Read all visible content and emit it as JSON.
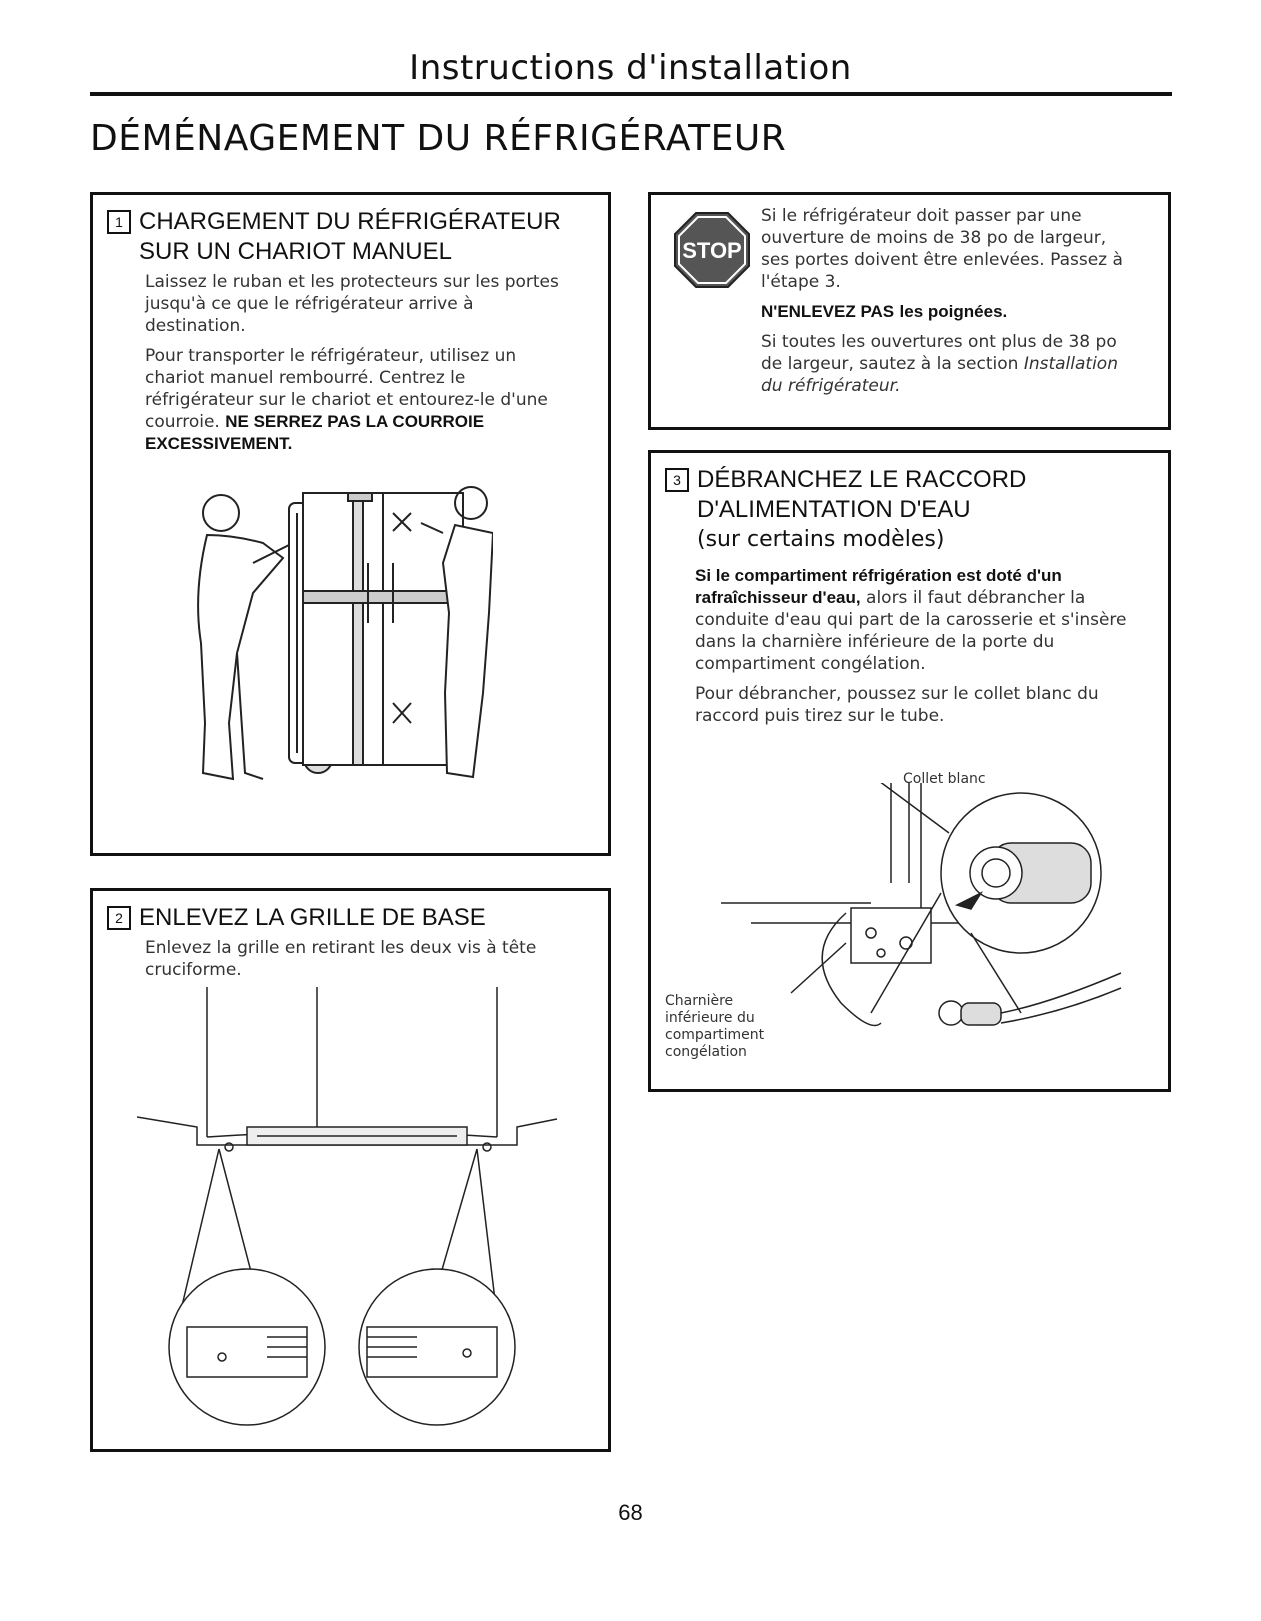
{
  "header": {
    "title": "Instructions d'installation"
  },
  "page_heading": "DÉMÉNAGEMENT DU RÉFRIGÉRATEUR",
  "section1": {
    "number": "1",
    "title_line1": "CHARGEMENT DU RÉFRIGÉRATEUR",
    "title_line2": "SUR UN CHARIOT MANUEL",
    "paragraph1": "Laissez le ruban et les protecteurs sur les portes jusqu'à ce que le réfrigérateur arrive à destination.",
    "paragraph2_text": "Pour transporter le réfrigérateur, utilisez un chariot manuel rembourré. Centrez le réfrigérateur sur le chariot et entourez-le d'une courroie.",
    "paragraph2_bold": "NE SERREZ PAS LA COURROIE EXCESSIVEMENT."
  },
  "section2": {
    "number": "2",
    "title": "ENLEVEZ LA GRILLE DE BASE",
    "paragraph": "Enlevez la grille en retirant les deux vis à tête cruciforme."
  },
  "stop_box": {
    "sign_text": "STOP",
    "paragraph1": "Si le réfrigérateur doit passer par une ouverture de moins de 38 po de largeur, ses portes doivent être enlevées. Passez à l'étape 3.",
    "warning_bold": "N'ENLEVEZ PAS",
    "warning_rest": "les poignées.",
    "paragraph3_text": "Si toutes les ouvertures ont plus de 38 po de largeur, sautez à la section",
    "paragraph3_italic": "Installation du réfrigérateur."
  },
  "section3": {
    "number": "3",
    "title_line1": "DÉBRANCHEZ LE RACCORD",
    "title_line2": "D'ALIMENTATION D'EAU",
    "subtitle": "(sur certains modèles)",
    "paragraph1_bold": "Si le compartiment réfrigération est doté d'un rafraîchisseur d'eau,",
    "paragraph1_text": "alors il faut débrancher la conduite d'eau qui part de la carosserie et s'insère dans la charnière inférieure de la porte du compartiment congélation.",
    "paragraph2": "Pour débrancher, poussez sur le collet blanc du raccord puis tirez sur le tube.",
    "callout_collet": "Collet blanc",
    "callout_charniere": "Charnière inférieure du compartiment congélation"
  },
  "page_number": "68"
}
